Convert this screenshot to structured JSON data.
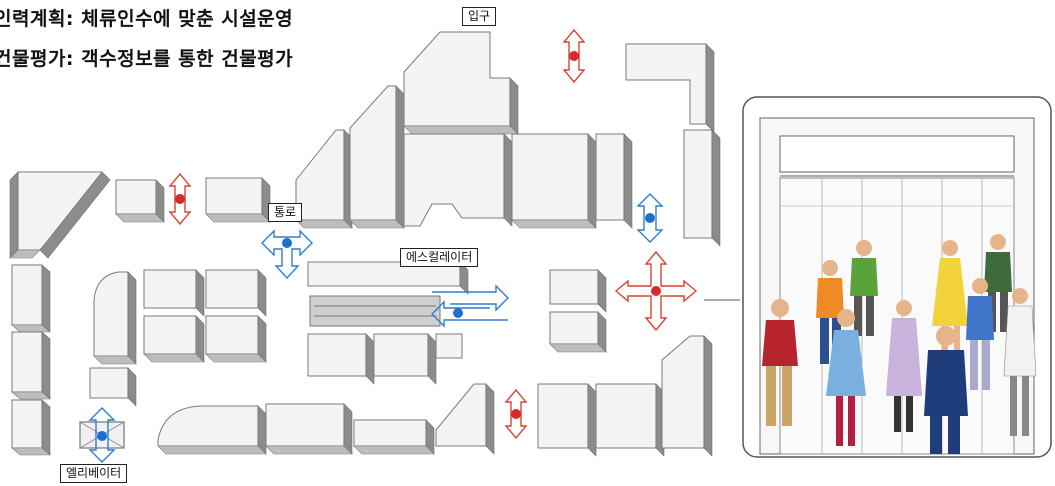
{
  "title_lines": [
    "인력계획: 체류인수에 맞춘 시설운영",
    "건물평가: 객수정보를 통한 건물평가"
  ],
  "labels": {
    "entrance": "입구",
    "passage": "통로",
    "escalator": "에스컬레이터",
    "elevator": "엘리베이터"
  },
  "colors": {
    "red_marker": "#d7282f",
    "blue_marker": "#1f6fd1",
    "arrow_red": "#d9452f",
    "arrow_blue": "#2f7fd1"
  },
  "icons": [
    "double-arrow-icon",
    "four-way-arrow-icon",
    "people-illustration"
  ]
}
